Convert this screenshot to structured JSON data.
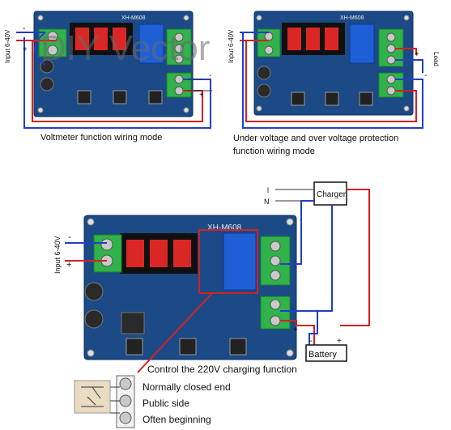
{
  "watermark": "DIY Vector",
  "board_model": "XH-M608",
  "diagrams": {
    "top_left": {
      "caption": "Voltmeter function wiring mode",
      "input_label": "Input 6-40V"
    },
    "top_right": {
      "caption_line1": "Under voltage and over voltage protection",
      "caption_line2": "function wiring mode",
      "input_label": "Input 6-40V",
      "load_label": "Load"
    },
    "bottom": {
      "input_label": "Input 6-40V",
      "charger_label": "Charger",
      "battery_label": "Battery",
      "line_l": "l",
      "line_n": "N",
      "caption": "Control the 220V charging function",
      "terminal_labels": [
        "Normally closed end",
        "Public side",
        "Often beginning"
      ]
    }
  },
  "polarity": {
    "plus": "+",
    "minus": "-"
  },
  "colors": {
    "pcb": "#1b4a87",
    "wire_blue": "#1f3fc8",
    "wire_red": "#d62020",
    "terminal": "#2fb34a",
    "segment": "#ff2a2a"
  }
}
